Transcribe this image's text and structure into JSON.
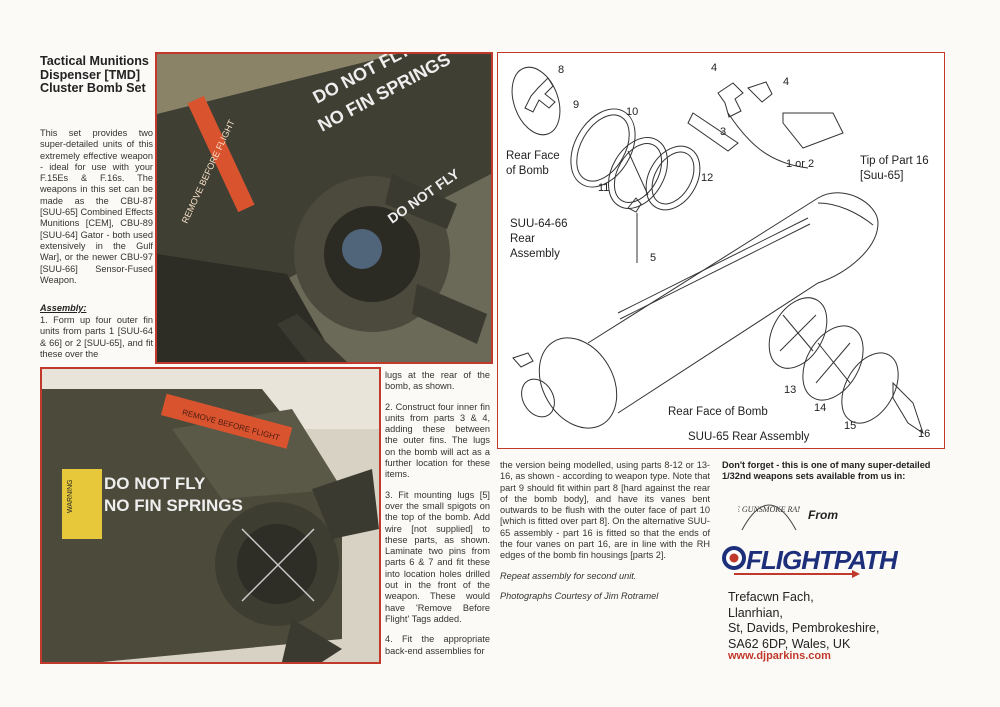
{
  "title": "Tactical Munitions Dispenser [TMD] Cluster Bomb Set",
  "intro": "This set provides two super-detailed units of this extremely effective weapon - ideal for use with your F.15Es & F.16s. The weapons in this set can be made as the CBU-87 [SUU-65] Combined Effects Munitions [CEM], CBU-89 [SUU-64] Gator - both used extensively in the Gulf War], or the newer CBU-97 [SUU-66] Sensor-Fused Weapon.",
  "assembly_heading": "Assembly:",
  "step1a": "1. Form up four outer fin units from parts 1 [SUU-64 & 66] or 2 [SUU-65], and fit these over the",
  "step1b": "lugs at the rear of the bomb, as shown.",
  "step2": "2. Construct four inner fin units from parts 3 & 4, adding these between the outer fins. The lugs on the bomb will act as a further location for these items.",
  "step3": "3. Fit mounting lugs [5] over the small spigots on the top of the bomb. Add wire [not supplied] to these parts, as shown. Laminate two pins from parts 6 & 7 and fit these into location holes drilled out in the front of the weapon. These would have 'Remove Before Flight' Tags added.",
  "step4a": "4. Fit the appropriate back-end assemblies for",
  "step4b": "the version being modelled, using parts 8-12 or 13-16, as shown - according to weapon type. Note that part 9 should fit within part 8 [hard against the rear of the bomb body], and have its vanes bent outwards to be flush with the outer face of part 10 [which is fitted over part 8]. On the alternative SUU-65 assembly - part 16 is fitted so that the ends of the four vanes on part 16, are in line with the RH edges of the bomb fin housings [parts 2].",
  "repeat": "Repeat assembly for second unit.",
  "credit": "Photographs Courtesy of Jim Rotramel",
  "photo1_text": {
    "line1": "DO NOT FLY",
    "line2": "NO FIN SPRINGS",
    "tag": "REMOVE BEFORE FLIGHT"
  },
  "photo2_text": {
    "line1": "DO NOT FLY",
    "line2": "NO FIN SPRINGS",
    "warn": "WARNING",
    "tag": "REMOVE BEFORE FLIGHT"
  },
  "diagram": {
    "n1": "8",
    "n2": "9",
    "n3": "10",
    "n4": "11",
    "n5": "12",
    "n6": "4",
    "n7": "4",
    "n8": "3",
    "n9": "5",
    "n10": "13",
    "n11": "14",
    "n12": "15",
    "n13": "16",
    "rear_face_top": "Rear Face of Bomb",
    "suu6466": "SUU-64-66 Rear Assembly",
    "one_or_two": "1 or 2",
    "tip16": "Tip of Part 16 [Suu-65]",
    "rear_face_bottom": "Rear Face of Bomb",
    "suu65": "SUU-65 Rear Assembly"
  },
  "dont_forget": "Don't forget - this is one of many super-detailed 1/32nd weapons sets available from us in:",
  "gunsmoke": "THE GUNSMOKE RANGE",
  "from": "From",
  "brand": "FLIGHTPATH",
  "address": [
    "Trefacwn Fach,",
    "Llanrhian,",
    "St, Davids, Pembrokeshire,",
    "SA62 6DP, Wales, UK"
  ],
  "url": "www.djparkins.com",
  "colors": {
    "accent_red": "#c0392b",
    "brand_blue": "#1d2f7a"
  }
}
